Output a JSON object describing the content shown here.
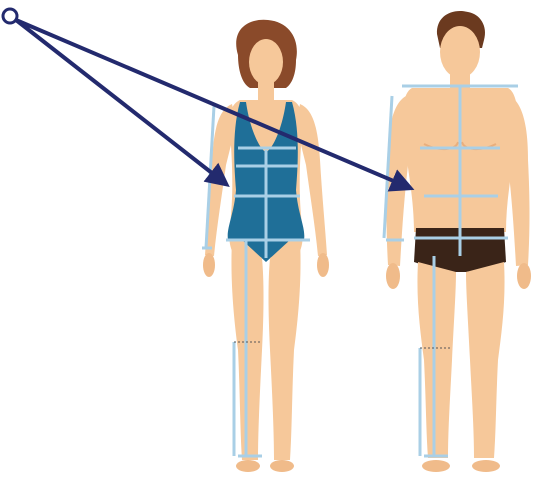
{
  "image": {
    "kind": "illustration",
    "subjects": [
      "woman-figure",
      "man-figure"
    ],
    "palette": {
      "skin": "#f6c89a",
      "skin_shadow": "#e9ae7c",
      "hair_woman": "#8a4a2a",
      "hair_man": "#6b3a1f",
      "swimsuit": "#1f6f98",
      "swimsuit_dark": "#175a7c",
      "briefs": "#3a2418",
      "measure_line": "#a9cfe6",
      "arrow": "#232a6e"
    },
    "annotations": {
      "arrow_count": 2,
      "label_text": ""
    }
  }
}
